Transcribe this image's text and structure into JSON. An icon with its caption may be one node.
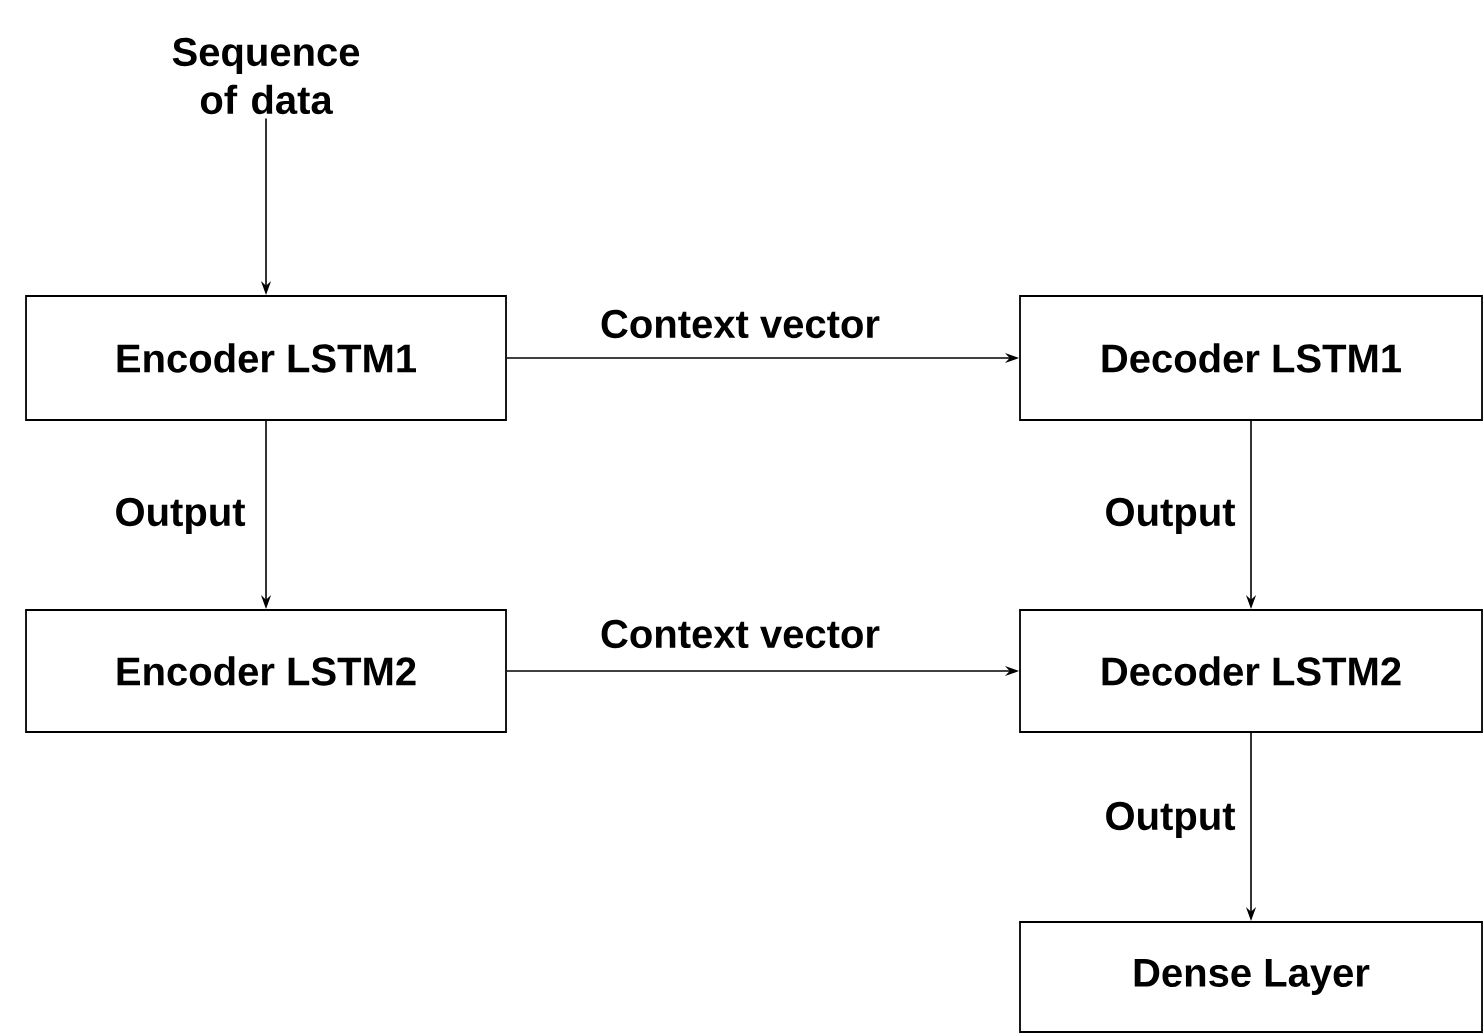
{
  "diagram": {
    "nodes": [
      {
        "text": [
          "Sequence of data"
        ]
      },
      {
        "text": [
          "Encoder LSTM1"
        ]
      },
      {
        "text": [
          "Decoder LSTM1"
        ]
      },
      {
        "text": [
          "Encoder LSTM2"
        ]
      },
      {
        "text": [
          "Decoder LSTM2"
        ]
      },
      {
        "text": [
          "Dense Layer"
        ]
      }
    ],
    "edges": [
      {
        "from": 0,
        "to": 1,
        "arrow": "to"
      },
      {
        "from": 1,
        "to": 2,
        "arrow": "to",
        "label": "Context vector"
      },
      {
        "from": 1,
        "to": 3,
        "arrow": "to",
        "label": "Output"
      },
      {
        "from": 2,
        "to": 4,
        "arrow": "to",
        "label": "Output"
      },
      {
        "from": 3,
        "to": 4,
        "arrow": "to",
        "label": "Context vector"
      },
      {
        "from": 4,
        "to": 5,
        "arrow": "to",
        "label": "Output"
      }
    ]
  }
}
